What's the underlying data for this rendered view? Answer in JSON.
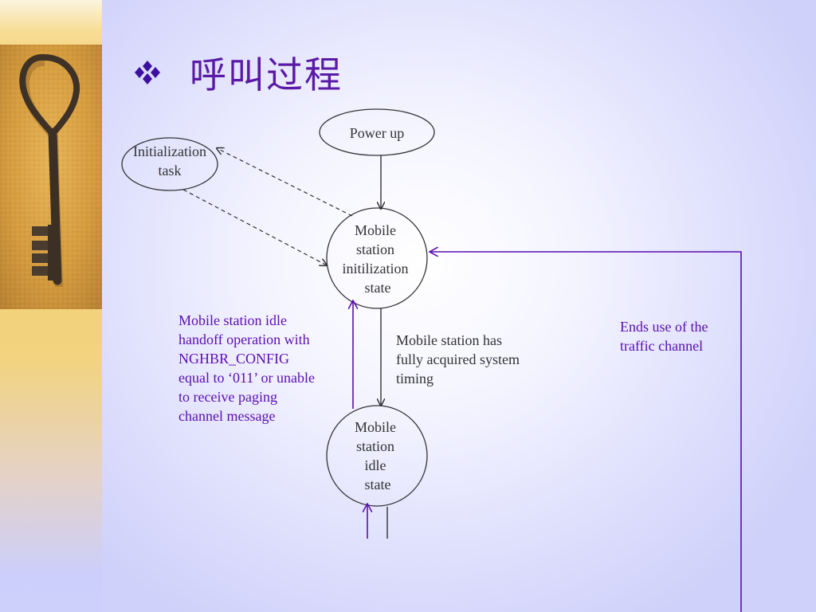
{
  "title": "呼叫过程",
  "nodes": {
    "power_up": "Power up",
    "init_task": [
      "Initialization",
      "task"
    ],
    "ms_init_state": [
      "Mobile",
      "station",
      "initilization",
      "state"
    ],
    "ms_idle_state": [
      "Mobile",
      "station",
      "idle",
      "state"
    ]
  },
  "labels": {
    "idle_handoff": [
      "Mobile station idle",
      "handoff operation with",
      "NGHBR_CONFIG",
      "equal to ‘011’ or unable",
      "to receive paging",
      "channel message"
    ],
    "acquired_timing": [
      "Mobile station has",
      "fully acquired system",
      "timing"
    ],
    "ends_traffic": [
      "Ends use of the",
      "traffic channel"
    ]
  },
  "colors": {
    "title": "#5a1aa6",
    "accent_purple": "#5a0eb0",
    "node_text": "#333333",
    "arrow_dark": "#333333"
  }
}
